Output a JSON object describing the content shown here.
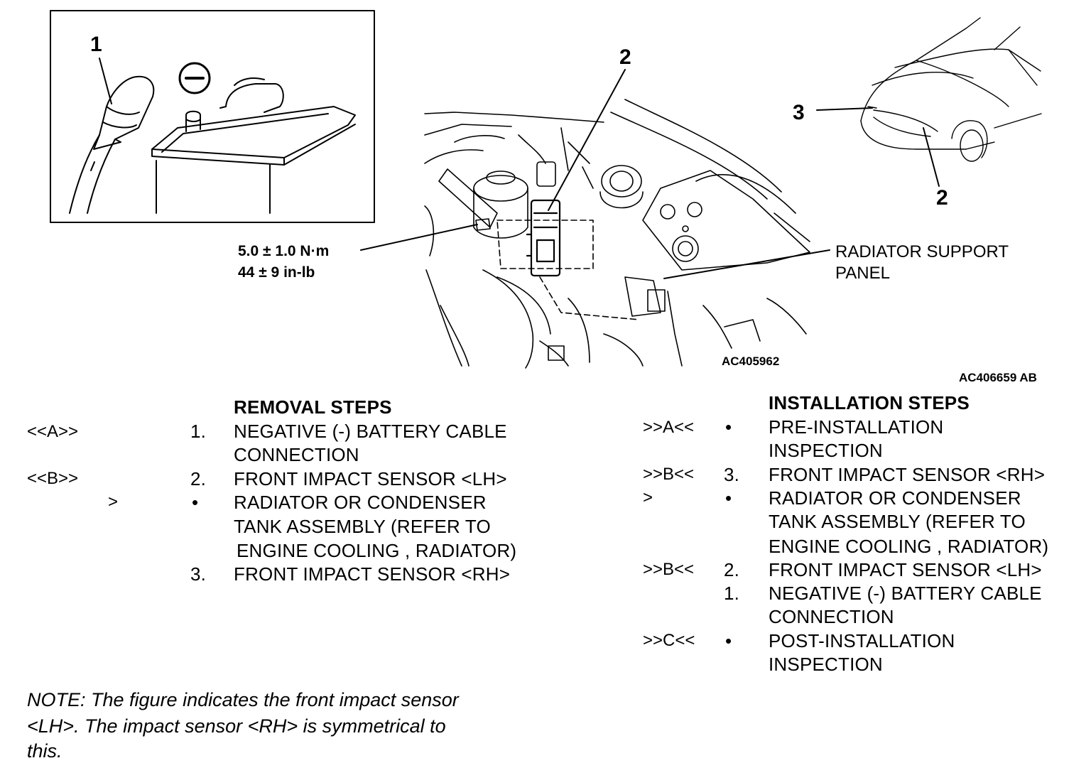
{
  "figure": {
    "inset_callout": "1",
    "inset_symbol": "−",
    "main_callout": "2",
    "torque_nm": "5.0 ± 1.0 N·m",
    "torque_inlb": "44 ± 9 in-lb",
    "radiator_label_line1": "RADIATOR SUPPORT",
    "radiator_label_line2": "PANEL",
    "car_callout_3": "3",
    "car_callout_2": "2",
    "inner_code": "AC405962",
    "outer_code": "AC406659 AB"
  },
  "removal": {
    "heading": "REMOVAL STEPS",
    "rows": [
      {
        "ref": "<<A>>",
        "num": "1.",
        "lines": [
          "NEGATIVE (-) BATTERY CABLE",
          "CONNECTION"
        ]
      },
      {
        "ref": "<<B>>",
        "num": "2.",
        "lines": [
          "FRONT IMPACT SENSOR <LH>"
        ]
      },
      {
        "ref": ">",
        "num": "•",
        "lines": [
          "RADIATOR OR CONDENSER",
          "TANK ASSEMBLY (REFER TO",
          "ENGINE COOLING , RADIATOR)"
        ]
      },
      {
        "ref": "",
        "num": "3.",
        "lines": [
          "FRONT IMPACT SENSOR <RH>"
        ]
      }
    ]
  },
  "installation": {
    "heading": "INSTALLATION STEPS",
    "rows": [
      {
        "ref": ">>A<<",
        "num": "•",
        "lines": [
          "PRE-INSTALLATION",
          "INSPECTION"
        ]
      },
      {
        "ref": ">>B<<",
        "num": "3.",
        "lines": [
          "FRONT IMPACT SENSOR <RH>"
        ]
      },
      {
        "ref": ">",
        "num": "•",
        "lines": [
          "RADIATOR OR CONDENSER",
          "TANK ASSEMBLY (REFER TO",
          "ENGINE COOLING , RADIATOR)"
        ]
      },
      {
        "ref": ">>B<<",
        "num": "2.",
        "lines": [
          "FRONT IMPACT SENSOR <LH>"
        ]
      },
      {
        "ref": "",
        "num": "1.",
        "lines": [
          "NEGATIVE (-) BATTERY CABLE",
          "CONNECTION"
        ]
      },
      {
        "ref": ">>C<<",
        "num": "•",
        "lines": [
          "POST-INSTALLATION",
          "INSPECTION"
        ]
      }
    ]
  },
  "note": {
    "line1": "NOTE: The figure indicates the front impact sensor",
    "line2": "<LH>. The impact sensor <RH> is symmetrical to",
    "line3": "this."
  }
}
